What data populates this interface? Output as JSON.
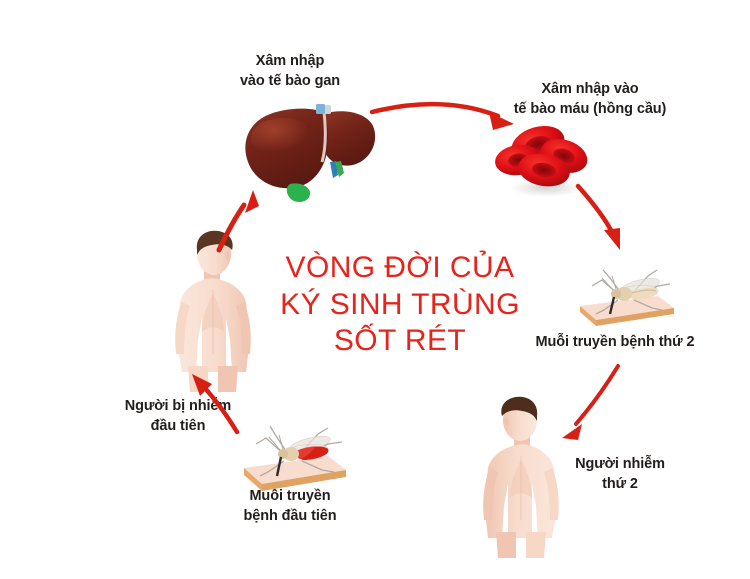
{
  "title": {
    "text": "VÒNG ĐỜI CỦA\nKÝ SINH TRÙNG\nSỐT RÉT",
    "color": "#e8231c"
  },
  "labels": {
    "liver": "Xâm nhập\nvào tế bào gan",
    "blood": "Xâm nhập vào\ntế bào máu (hồng cầu)",
    "mosquito2": "Muỗi truyền bệnh thứ 2",
    "person2": "Người nhiễm\nthứ 2",
    "mosquito1": "Muỗi truyền\nbệnh đầu tiên",
    "person1": "Người bị nhiễm\nđầu tiên"
  },
  "icons": {
    "liver": "liver-organ",
    "blood": "red-blood-cells",
    "mosquito1": "mosquito-on-skin",
    "mosquito2": "mosquito-on-skin",
    "person1": "human-body-front",
    "person2": "human-body-front"
  },
  "arrows": {
    "liver_to_blood": "arrow-liver-to-blood",
    "blood_to_mosquito2": "arrow-blood-to-mosquito2",
    "mosquito2_to_person2": "arrow-mosquito2-to-person2",
    "person2_to_mosquito1": "arrow-person2-to-mosquito1",
    "mosquito1_to_person1": "arrow-mosquito1-to-person1",
    "person1_to_liver": "arrow-person1-to-liver"
  },
  "colors": {
    "accent_red": "#e8231c",
    "arrow_red": "#d81f14",
    "liver_dark": "#6e2217",
    "liver_mid": "#8c3221",
    "gallbladder_green": "#2bb24c",
    "blood_cell": "#e8121a",
    "blood_cell_dark": "#b00d12",
    "skin": "#f8dccd",
    "skin_shade": "#f0c3af",
    "hair": "#5a3521",
    "board_top": "#f9d8c6",
    "board_edge": "#e0a262",
    "mosquito_body": "#efdcc0",
    "mosquito_legs": "#b9b2ac",
    "text": "#221e1c"
  }
}
